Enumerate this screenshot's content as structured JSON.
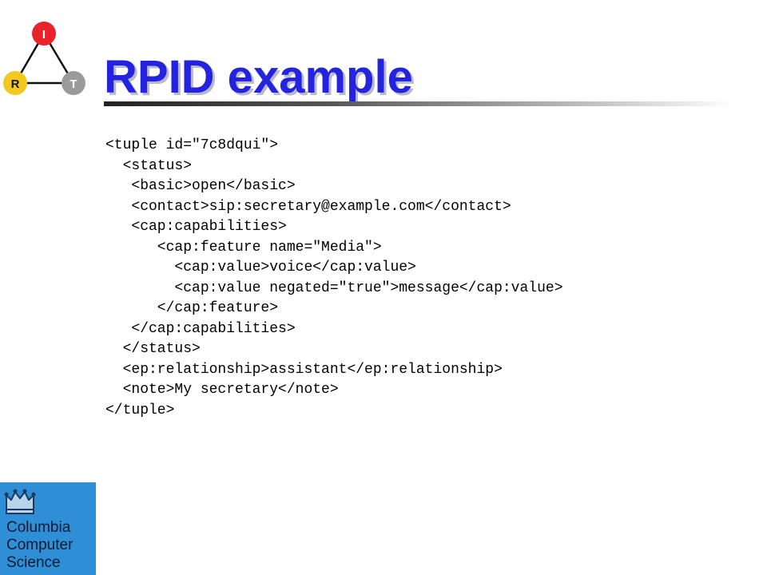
{
  "logo": {
    "nodes": [
      "I",
      "R",
      "T"
    ]
  },
  "title": "RPID example",
  "code_lines": [
    "<tuple id=\"7c8dqui\">",
    "  <status>",
    "   <basic>open</basic>",
    "   <contact>sip:secretary@example.com</contact>",
    "   <cap:capabilities>",
    "      <cap:feature name=\"Media\">",
    "        <cap:value>voice</cap:value>",
    "        <cap:value negated=\"true\">message</cap:value>",
    "      </cap:feature>",
    "   </cap:capabilities>",
    "  </status>",
    "  <ep:relationship>assistant</ep:relationship>",
    "  <note>My secretary</note>",
    "</tuple>"
  ],
  "footer_logo": {
    "lines": [
      "Columbia",
      "Computer",
      "Science"
    ]
  },
  "colors": {
    "title": "#2424e0",
    "node_i": "#e8242a",
    "node_r": "#f2c81e",
    "node_t": "#9a9a9a",
    "columbia_bg": "#2f8fd6"
  }
}
